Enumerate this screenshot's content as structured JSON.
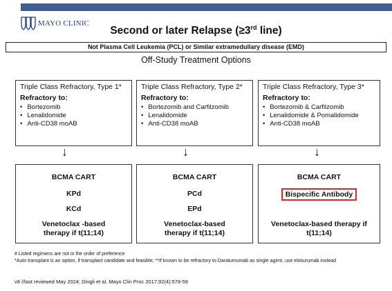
{
  "header": {
    "logo_text": "MAYO CLINIC",
    "title_main": "Second or later Relapse (≥3",
    "title_sup": "rd",
    "title_end": " line)",
    "subtitle": "Not Plasma Cell Leukemia (PCL) or Similar extramedullary disease  (EMD)",
    "options_heading": "Off-Study Treatment Options"
  },
  "columns": [
    {
      "title": "Triple Class Refractory, Type 1*",
      "refractory_label": "Refractory to:",
      "drugs": [
        "Bortezomib",
        "Lenalidomide",
        "Anti-CD38 moAB"
      ],
      "arrow": "↓",
      "options": [
        "BCMA CART",
        "KPd",
        "KCd"
      ],
      "venetoclax_line1": "Venetoclax -based",
      "venetoclax_line2": "therapy if t(11;14)"
    },
    {
      "title": "Triple Class Refractory, Type 2*",
      "refractory_label": "Refractory to:",
      "drugs": [
        "Bortezomib and Carfilzomib",
        "Lenalidomide",
        "Anti-CD38 moAB"
      ],
      "arrow": "↓",
      "options": [
        "BCMA CART",
        "PCd",
        "EPd"
      ],
      "venetoclax_line1": "Venetoclax-based",
      "venetoclax_line2": "therapy if t(11;14)"
    },
    {
      "title": "Triple Class Refractory, Type 3*",
      "refractory_label": "Refractory to:",
      "drugs": [
        "Bortezomib & Carfilzomib",
        "Lenalidomide & Pomalidomide",
        "Anti-CD38 moAB"
      ],
      "arrow": "↓",
      "options": [
        "BCMA CART",
        "Bispecific Antibody"
      ],
      "venetoclax_line1": "Venetoclax-based therapy if",
      "venetoclax_line2": "t(11;14)"
    }
  ],
  "footnotes": {
    "note1": "# Listed regimens are not in the order of preference",
    "note2": "*Auto transplant is an option, if transplant candidate and feasible; **If known to be refractory to Daratumumab as single agent, use elotuzumab instead",
    "reference": "v8  //last reviewed May 2024; Dingli et al. Mayo Clin Proc 2017;92(4):578-59"
  },
  "colors": {
    "banner": "#3f5f93",
    "logo": "#1f3f7a",
    "highlight_border": "#d9262a"
  }
}
